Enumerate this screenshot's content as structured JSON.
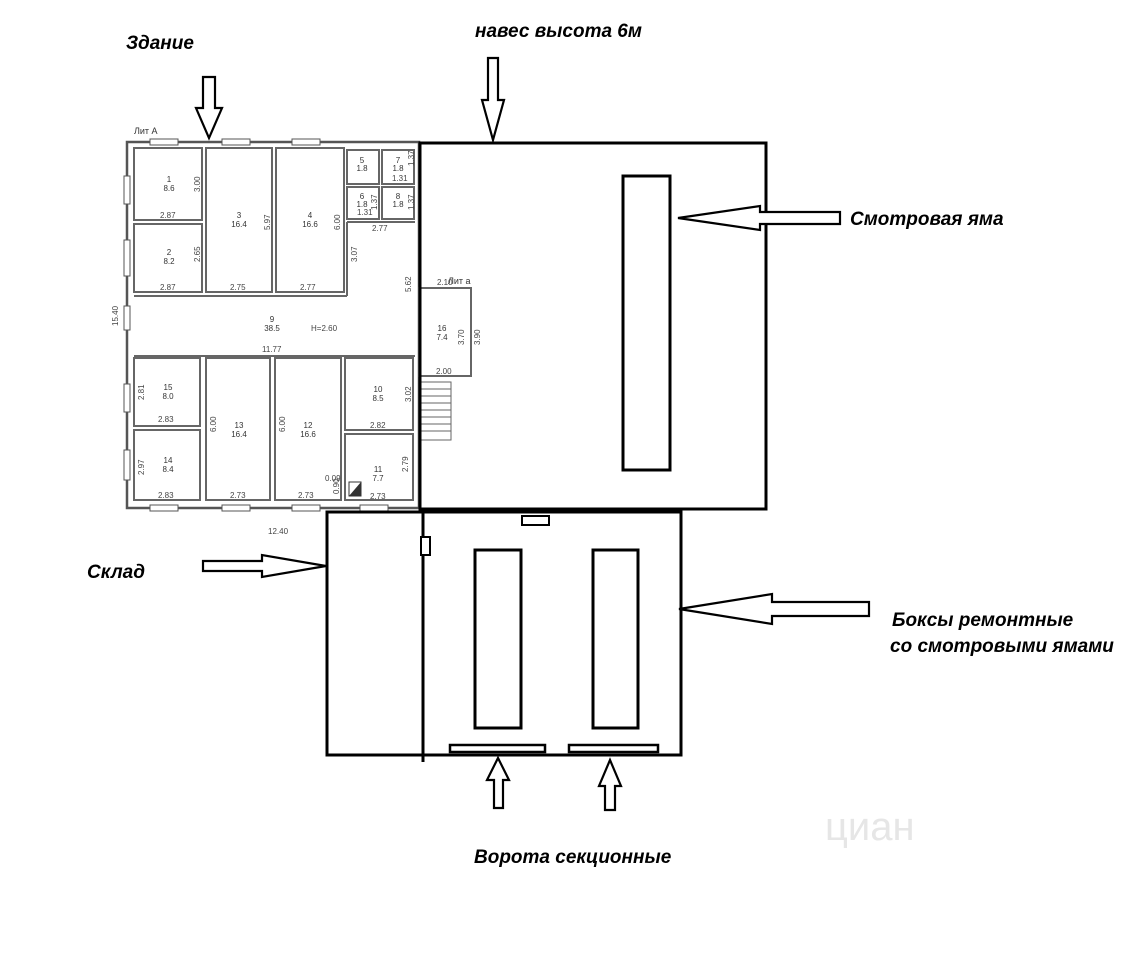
{
  "callouts": {
    "building": "Здание",
    "canopy": "навес высота 6м",
    "pit": "Смотровая яма",
    "warehouse": "Склад",
    "boxes_line1": "Боксы ремонтные",
    "boxes_line2": "со смотровыми ямами",
    "gates": "Ворота секционные"
  },
  "plan_labels": {
    "lit_a_upper": "Лит А",
    "lit_a_lower": "Лит а",
    "height": "H=2.60"
  },
  "rooms": [
    {
      "num": "1",
      "area": "8.6"
    },
    {
      "num": "2",
      "area": "8.2"
    },
    {
      "num": "3",
      "area": "16.4"
    },
    {
      "num": "4",
      "area": "16.6"
    },
    {
      "num": "5",
      "area": "1.8"
    },
    {
      "num": "6",
      "area": "1.8"
    },
    {
      "num": "7",
      "area": "1.8"
    },
    {
      "num": "8",
      "area": "1.8"
    },
    {
      "num": "9",
      "area": "38.5"
    },
    {
      "num": "10",
      "area": "8.5"
    },
    {
      "num": "11",
      "area": "7.7"
    },
    {
      "num": "12",
      "area": "16.6"
    },
    {
      "num": "13",
      "area": "16.4"
    },
    {
      "num": "14",
      "area": "8.4"
    },
    {
      "num": "15",
      "area": "8.0"
    },
    {
      "num": "16",
      "area": "7.4"
    }
  ],
  "dims": {
    "d_2_87a": "2.87",
    "d_2_87b": "2.87",
    "d_3_00": "3.00",
    "d_2_65": "2.65",
    "d_5_97": "5.97",
    "d_2_75": "2.75",
    "d_6_00a": "6.00",
    "d_2_77a": "2.77",
    "d_2_77b": "2.77",
    "d_3_07": "3.07",
    "d_5_62": "5.62",
    "d_1_31a": "1.31",
    "d_1_31b": "1.31",
    "d_1_37a": "1.37",
    "d_1_37b": "1.37",
    "d_1_37c": "1.37",
    "d_15_40": "15.40",
    "d_11_77": "11.77",
    "d_2_10": "2.10",
    "d_3_70": "3.70",
    "d_3_90": "3.90",
    "d_2_00": "2.00",
    "d_2_81": "2.81",
    "d_2_83a": "2.83",
    "d_2_83b": "2.83",
    "d_2_97": "2.97",
    "d_6_00b": "6.00",
    "d_6_00c": "6.00",
    "d_2_73a": "2.73",
    "d_2_73b": "2.73",
    "d_2_73c": "2.73",
    "d_3_02": "3.02",
    "d_2_82": "2.82",
    "d_2_79": "2.79",
    "d_0_09": "0.09",
    "d_0_90": "0.90",
    "d_12_40": "12.40"
  },
  "watermark": "циан",
  "colors": {
    "line": "#000000",
    "plan_line": "#555555",
    "background": "#ffffff"
  }
}
